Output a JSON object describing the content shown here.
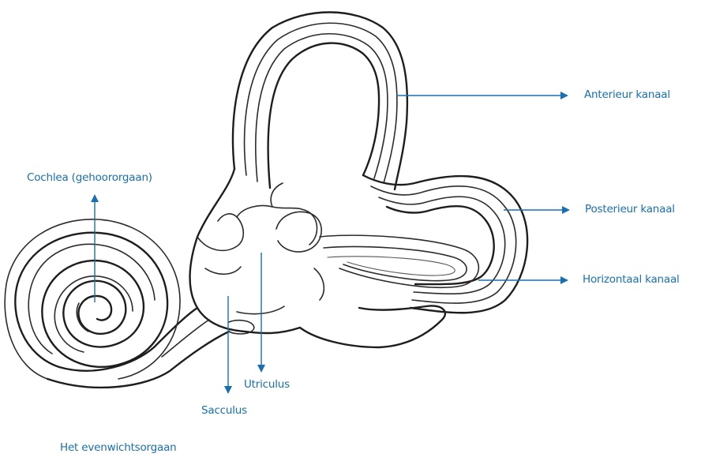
{
  "labels": {
    "anterieur": "Anterieur kanaal",
    "posterieur": "Posterieur kanaal",
    "horizontaal": "Horizontaal kanaal",
    "cochlea": "Cochlea (gehoororgaan)",
    "utriculus": "Utriculus",
    "sacculus": "Sacculus"
  },
  "caption": "Het evenwichtsorgaan",
  "colors": {
    "accent": "#1a6fb0",
    "outline": "#2b2b2b"
  }
}
